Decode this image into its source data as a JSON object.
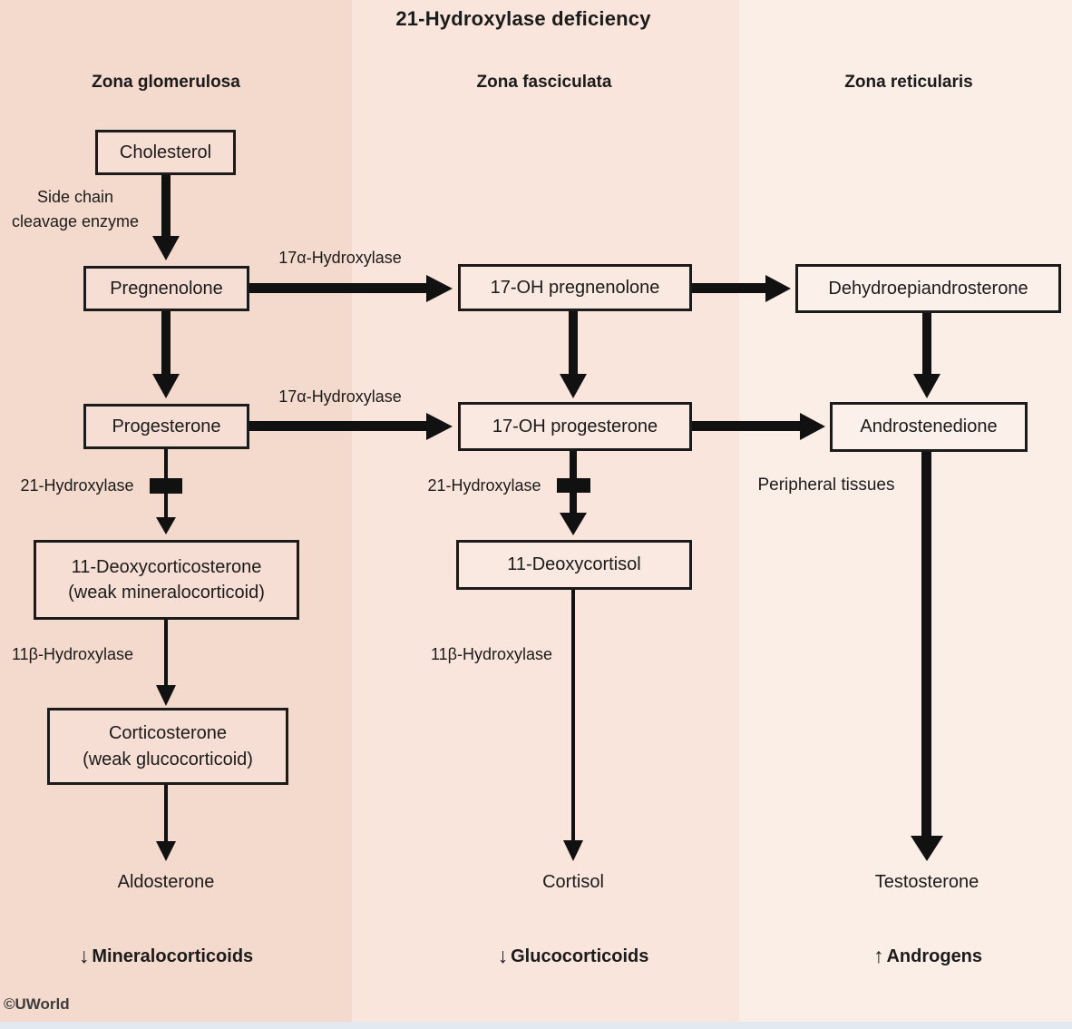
{
  "title": "21-Hydroxylase deficiency",
  "credit": "©UWorld",
  "colors": {
    "zona_glomerulosa_bg": "#f4d9cd",
    "zona_fasciculata_bg": "#f9e5db",
    "zona_reticularis_bg": "#faeee7",
    "box_border": "#1b1b1b",
    "arrow_black": "#111111",
    "bottom_strip": "#e2e9f0"
  },
  "glomerulosa": {
    "header": "Zona glomerulosa",
    "cholesterol": "Cholesterol",
    "pregnenolone": "Pregnenolone",
    "progesterone": "Progesterone",
    "deoxycorticosterone": "11-Deoxycorticosterone\n(weak mineralocorticoid)",
    "corticosterone": "Corticosterone\n(weak glucocorticoid)",
    "aldosterone": "Aldosterone",
    "summary_arrow": "↓",
    "summary": "Mineralocorticoids",
    "enzymes": {
      "side_chain": "Side chain\ncleavage enzyme",
      "hydroxylase_21": "21-Hydroxylase",
      "hydroxylase_11b": "11β-Hydroxylase"
    }
  },
  "fasciculata": {
    "header": "Zona fasciculata",
    "oh_pregnenolone": "17-OH pregnenolone",
    "oh_progesterone": "17-OH progesterone",
    "deoxycortisol": "11-Deoxycortisol",
    "cortisol": "Cortisol",
    "summary_arrow": "↓",
    "summary": "Glucocorticoids",
    "enzymes": {
      "hydroxylase_21": "21-Hydroxylase",
      "hydroxylase_11b": "11β-Hydroxylase"
    }
  },
  "reticularis": {
    "header": "Zona reticularis",
    "dehydroepiandrosterone": "Dehydroepiandrosterone",
    "androstenedione": "Androstenedione",
    "testosterone": "Testosterone",
    "peripheral_tissues": "Peripheral tissues",
    "summary_arrow": "↑",
    "summary": "Androgens"
  },
  "arrow_labels": {
    "hydroxylase_17a_top": "17α-Hydroxylase",
    "hydroxylase_17a_bottom": "17α-Hydroxylase"
  },
  "icons": {
    "block_bar": "blocked-enzyme-bar",
    "down_arrow": "down-arrow-icon",
    "up_arrow": "up-arrow-icon"
  }
}
